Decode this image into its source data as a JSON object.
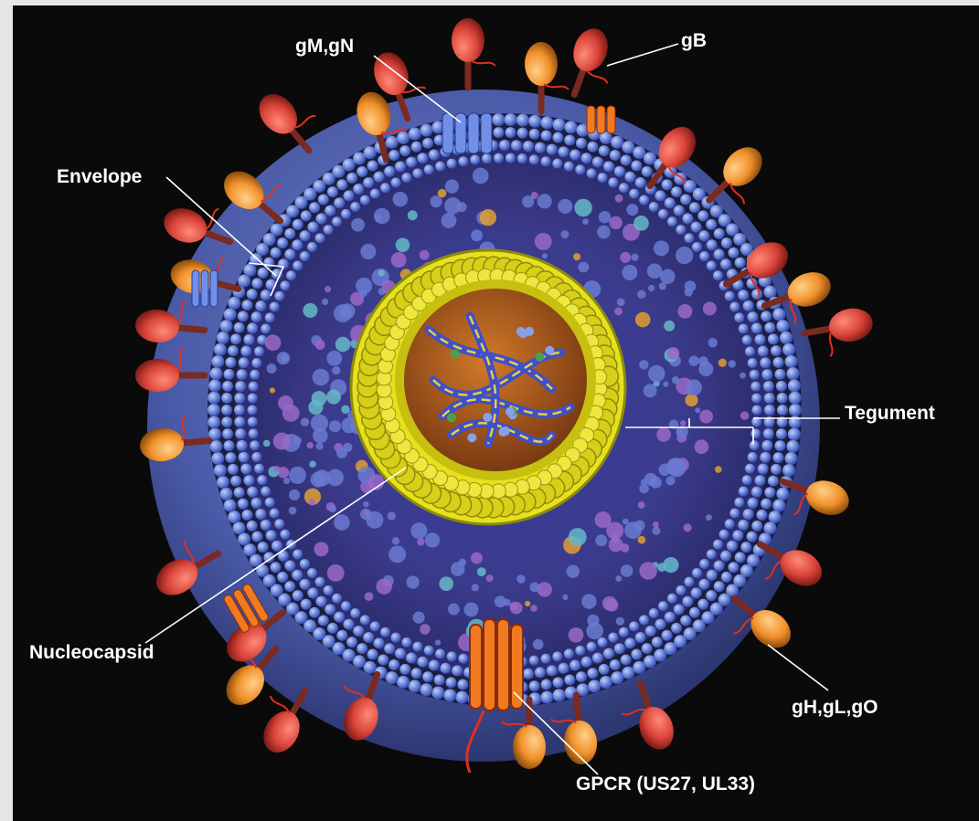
{
  "labels": {
    "gmgn": "gM,gN",
    "gb": "gB",
    "envelope": "Envelope",
    "tegument": "Tegument",
    "nucleocapsid": "Nucleocapsid",
    "ghglgo": "gH,gL,gO",
    "gpcr": "GPCR (US27, UL33)"
  },
  "colors": {
    "background": "#0a0a0a",
    "envelope": "#4a5aa8",
    "membrane_beads": "#5f7fe0",
    "tegument": "#3b3b8c",
    "capsid": "#e8e01c",
    "core": "#b4641e",
    "glycoprotein_red": "#d9443a",
    "glycoprotein_orange": "#f0902a",
    "label_text": "#ffffff"
  }
}
